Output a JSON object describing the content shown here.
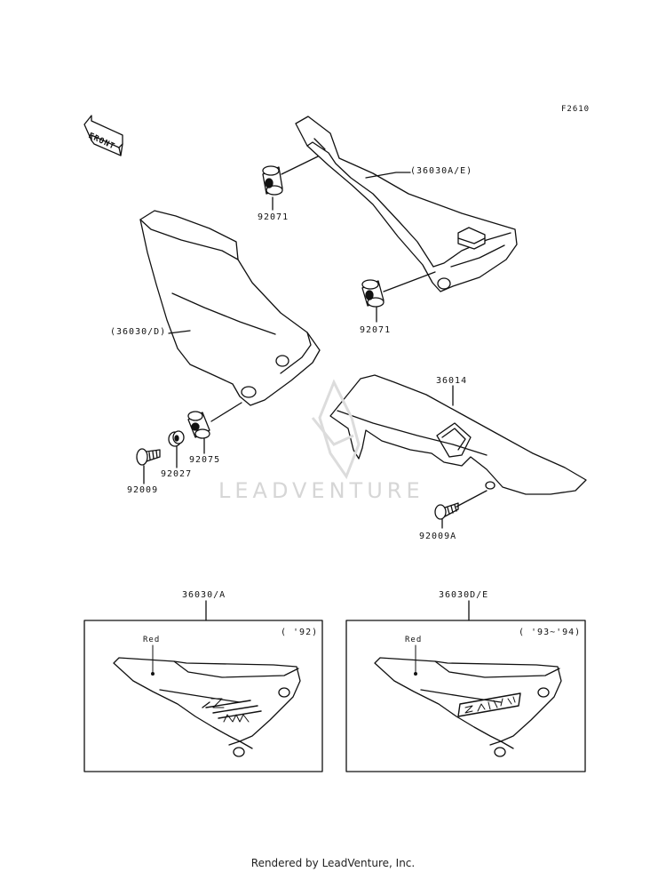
{
  "figure_code": "F2610",
  "front_label": "FRONT",
  "watermark": "LEADVENTURE",
  "footer": "Rendered by LeadVenture, Inc.",
  "parts": {
    "grommet_top": "92071",
    "grommet_mid": "92071",
    "cover_right": "(36030A/E)",
    "cover_left": "(36030/D)",
    "tail_cover": "36014",
    "collar": "92075",
    "washer": "92027",
    "bolt_left": "92009",
    "bolt_right": "92009A"
  },
  "inset_left": {
    "part": "36030/A",
    "year": "( '92)",
    "note": "Red"
  },
  "inset_right": {
    "part": "36030D/E",
    "year": "( '93~'94)",
    "note": "Red"
  }
}
